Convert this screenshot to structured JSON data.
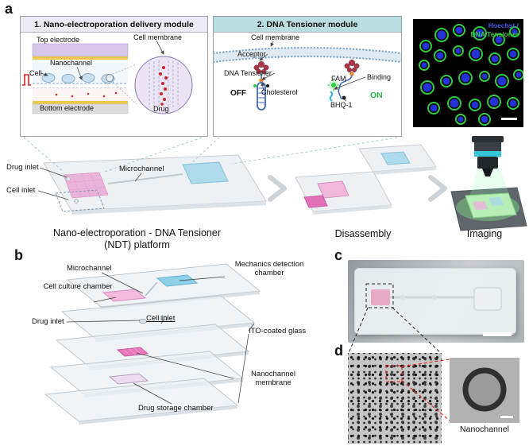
{
  "panels": {
    "a": "a",
    "b": "b",
    "c": "c",
    "d": "d"
  },
  "module1": {
    "title": "1. Nano-electroporation delivery module",
    "top_electrode": "Top electrode",
    "nanochannel": "Nanochannel",
    "cell": "Cell",
    "bottom_electrode": "Bottom electrode",
    "cell_membrane": "Cell membrane",
    "drug": "Drug"
  },
  "module2": {
    "title": "2. DNA Tensioner module",
    "cell_membrane": "Cell membrane",
    "acceptor": "Acceptor",
    "dna_tensioner": "DNA Tensioner",
    "fam": "FAM",
    "binding": "Binding",
    "off": "OFF",
    "cholesterol": "Cholesterol",
    "bhq1": "BHQ-1",
    "on": "ON"
  },
  "micrograph": {
    "hoechst": "Hoechst /",
    "tensioner": "DNA Tensioner"
  },
  "workflow": {
    "drug_inlet": "Drug inlet",
    "cell_inlet": "Cell inlet",
    "microchannel": "Microchannel",
    "platform_line1": "Nano-electroporation - DNA Tensioner",
    "platform_line2": "(NDT) platform",
    "disassembly": "Disassembly",
    "imaging": "Imaging"
  },
  "device": {
    "microchannel": "Microchannel",
    "mechanics_chamber": "Mechanics detection chamber",
    "cell_culture_chamber": "Cell culture chamber",
    "cell_inlet": "Cell inlet",
    "drug_inlet": "Drug inlet",
    "ito_glass": "ITO-coated glass",
    "nanochannel_membrane": "Nanochannel membrane",
    "drug_storage_chamber": "Drug storage chamber"
  },
  "sem": {
    "nanochannel": "Nanochannel"
  },
  "colors": {
    "module1_header": "#eceaf4",
    "module2_header": "#b9dde1",
    "hoechst_blue": "#4a5be8",
    "tensioner_green": "#35c83f",
    "on_green": "#2db84b",
    "drug_red": "#cc2222"
  }
}
